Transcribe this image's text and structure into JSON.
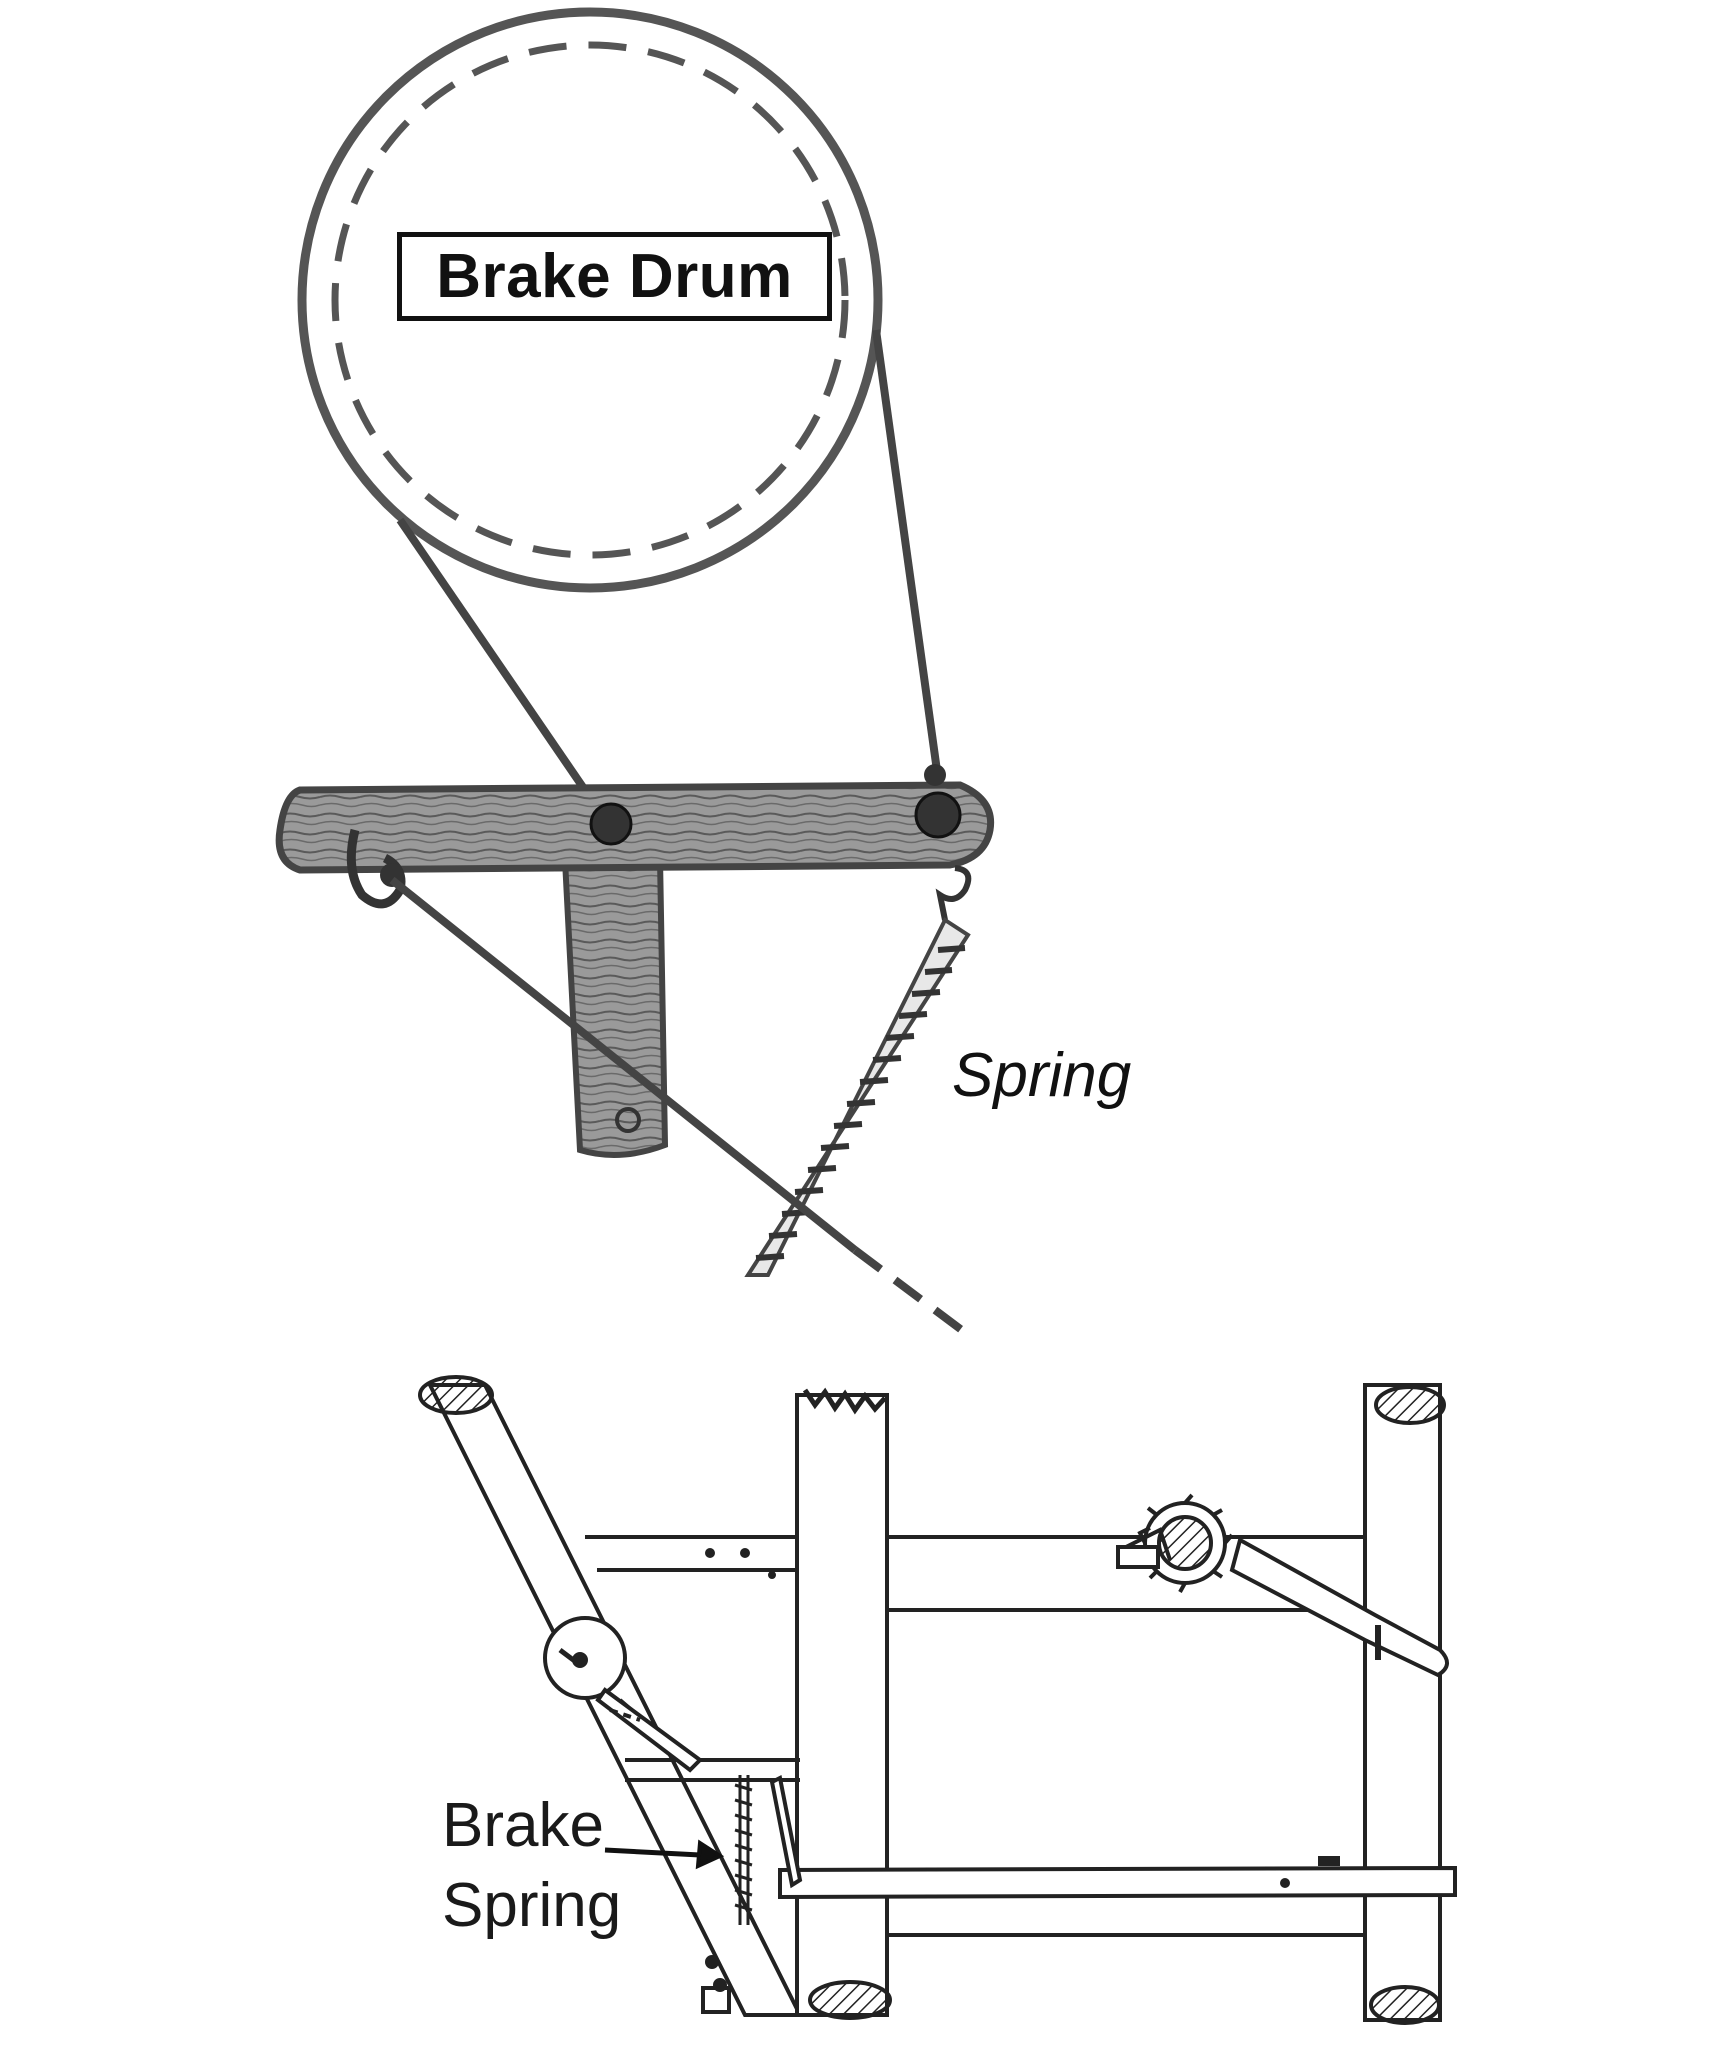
{
  "labels": {
    "brake_drum": "Brake Drum",
    "spring": "Spring",
    "brake_spring_line1": "Brake",
    "brake_spring_line2": "Spring"
  },
  "colors": {
    "ink": "#111111",
    "pencil": "#555555",
    "wood": "#7a7a7a",
    "paper": "#ffffff"
  }
}
